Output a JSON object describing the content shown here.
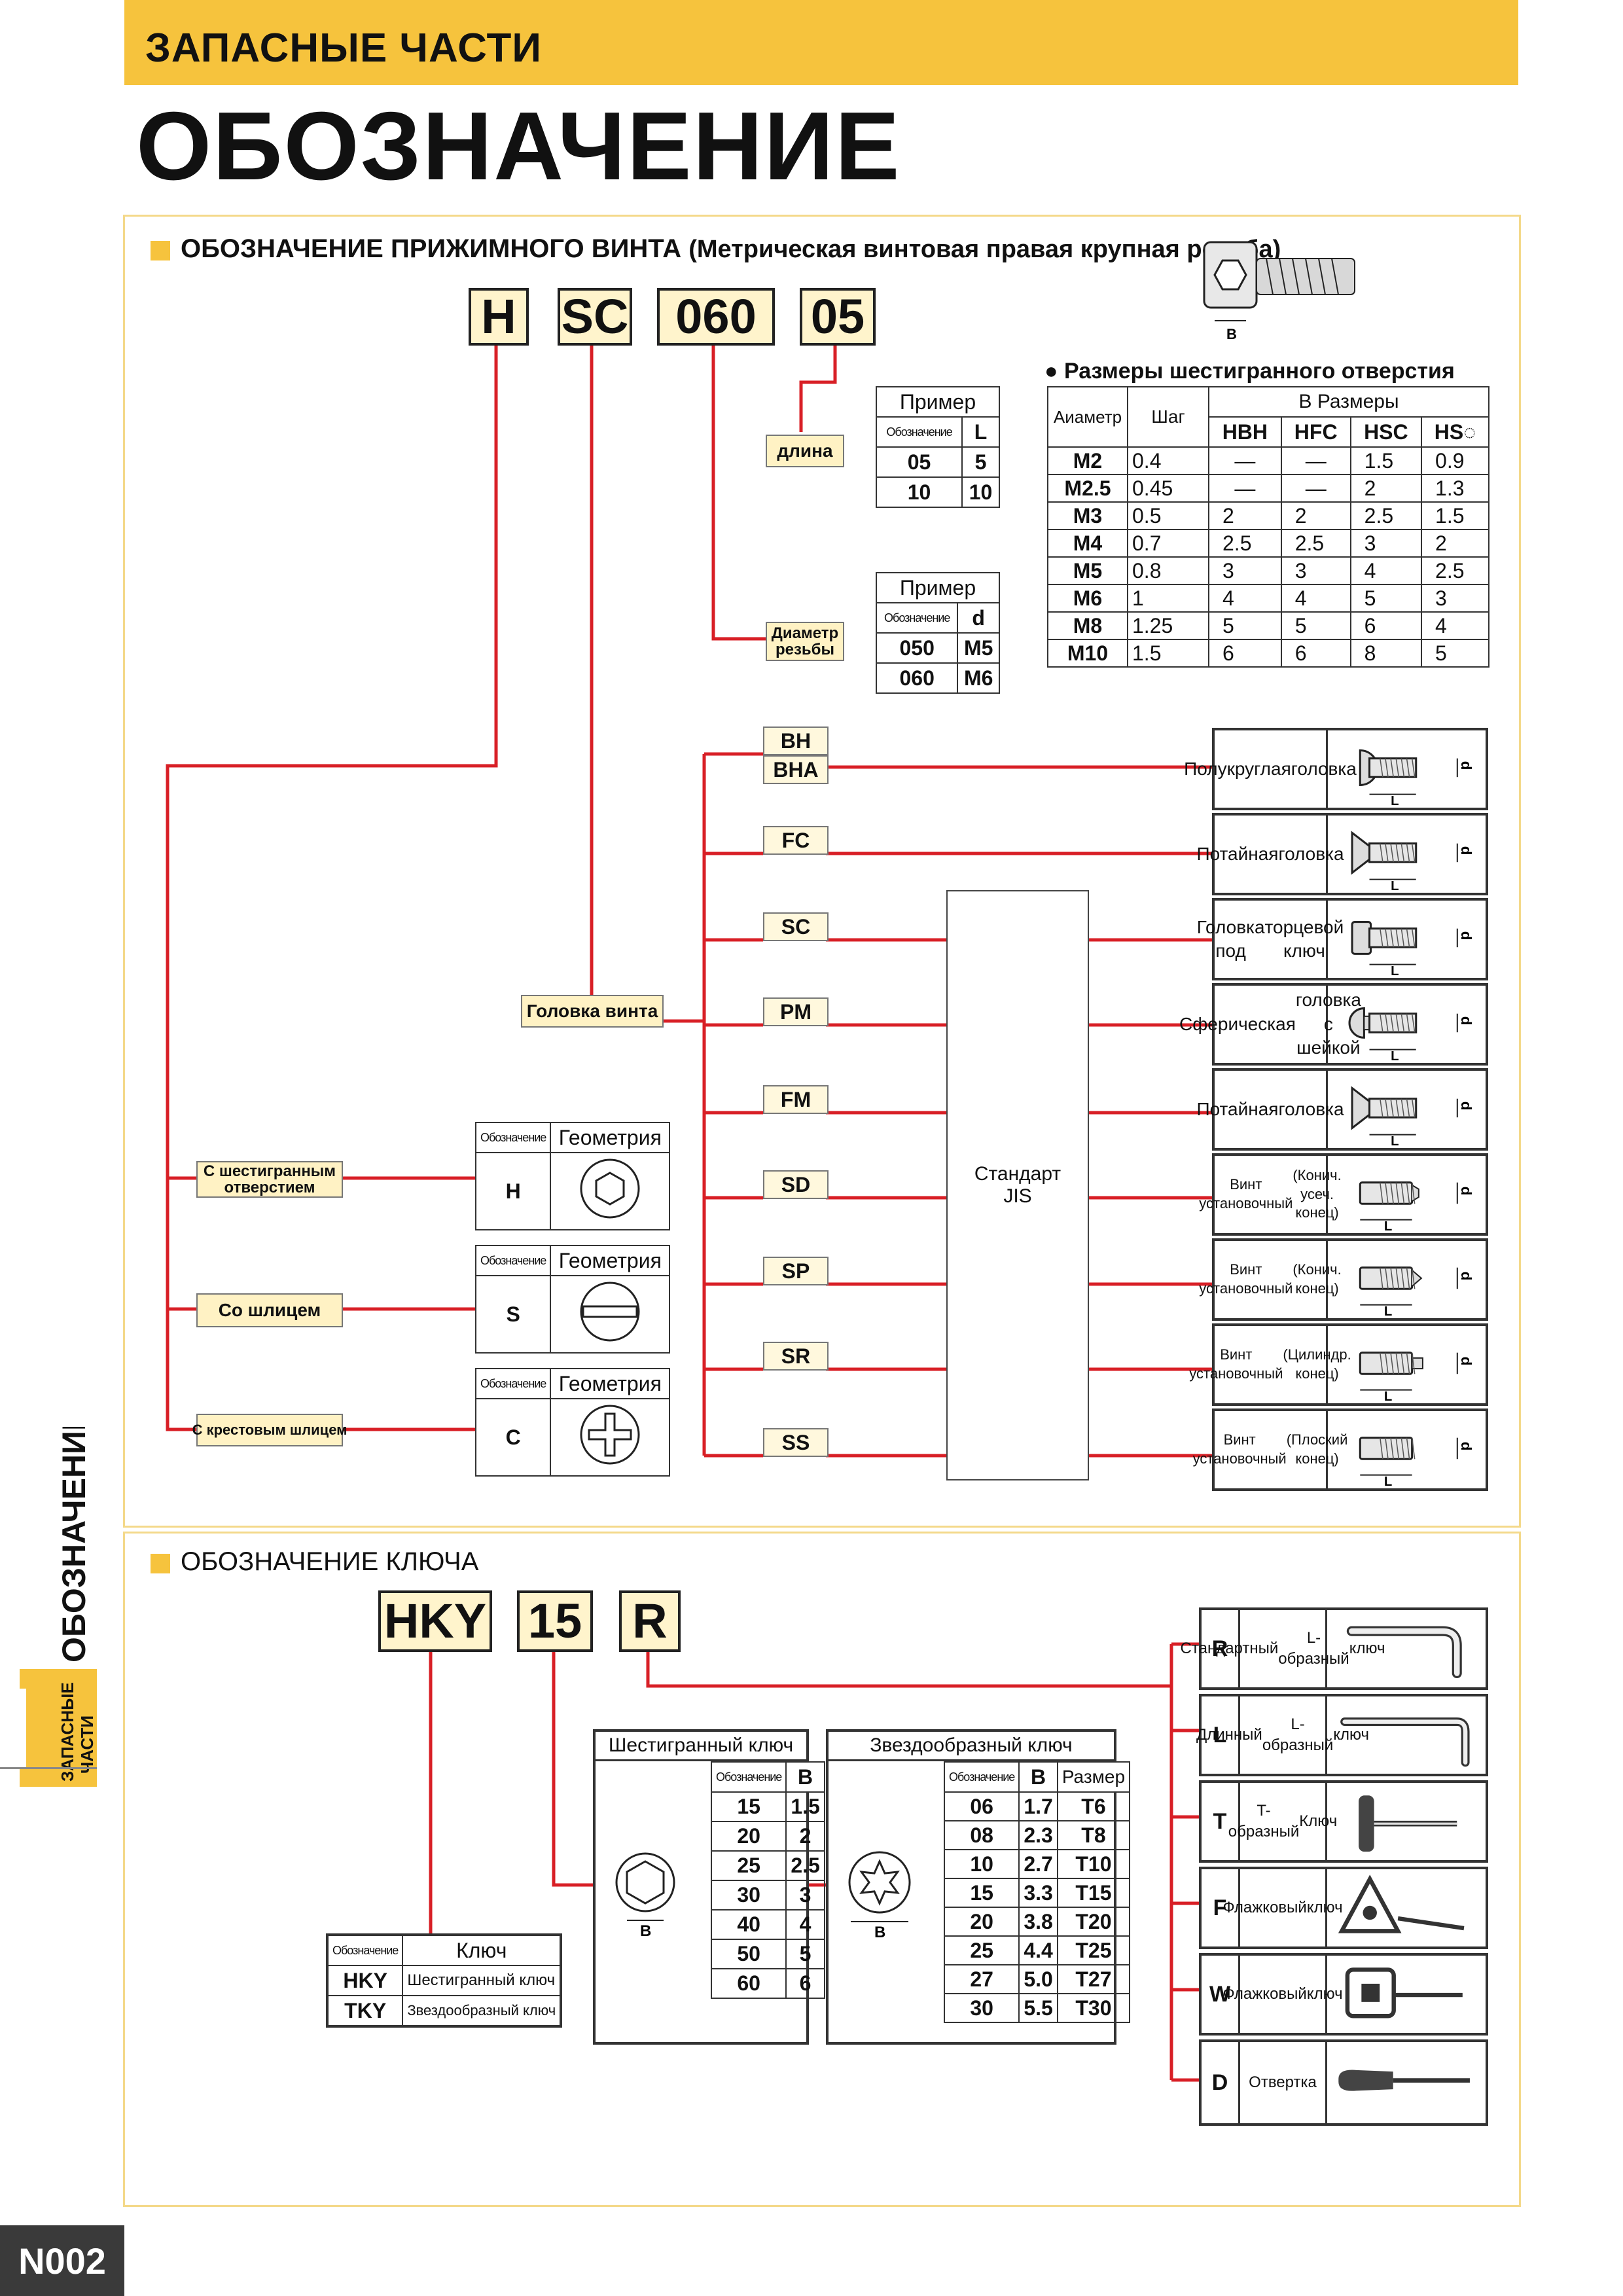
{
  "header": {
    "subtitle": "ЗАПАСНЫЕ ЧАСТИ",
    "title": "ОБОЗНАЧЕНИЕ"
  },
  "side": {
    "vertical_title": "ОБОЗНАЧЕНИЕ",
    "tab_line1": "ЗАПАСНЫЕ",
    "tab_line2": "ЧАСТИ"
  },
  "page_number": "N002",
  "screw": {
    "section_title": "ОБОЗНАЧЕНИЕ ПРИЖИМНОГО ВИНТА",
    "section_note": "(Метрическая винтовая правая крупная резьба)",
    "codes": [
      "H",
      "SC",
      "060",
      "05"
    ],
    "labels": {
      "length": "длина",
      "diameter_l1": "Диаметр",
      "diameter_l2": "резьбы",
      "head": "Головка винта",
      "jis_l1": "Стандарт",
      "jis_l2": "JIS"
    },
    "drive_labels": [
      {
        "l1": "С шестигранным",
        "l2": "отверстием"
      },
      {
        "l1": "Со шлицем",
        "l2": ""
      },
      {
        "l1": "С крестовым шлицем",
        "l2": ""
      }
    ],
    "length_table": {
      "caption": "Пример",
      "col1": "Обозначение",
      "col2": "L",
      "rows": [
        [
          "05",
          "5"
        ],
        [
          "10",
          "10"
        ]
      ]
    },
    "dia_table": {
      "caption": "Пример",
      "col1": "Обозначение",
      "col2": "d",
      "rows": [
        [
          "050",
          "M5"
        ],
        [
          "060",
          "M6"
        ]
      ]
    },
    "hex_table": {
      "title": "Размеры шестигранного отверстия",
      "bullet": "●",
      "col_dia": "Аиаметр",
      "col_pitch": "Шаг",
      "col_size": "В Размеры",
      "cols": [
        "HBH",
        "HFC",
        "HSC",
        "HS◌"
      ],
      "rows": [
        [
          "M2",
          "0.4",
          "—",
          "—",
          "1.5",
          "0.9"
        ],
        [
          "M2.5",
          "0.45",
          "—",
          "—",
          "2",
          "1.3"
        ],
        [
          "M3",
          "0.5",
          "2",
          "2",
          "2.5",
          "1.5"
        ],
        [
          "M4",
          "0.7",
          "2.5",
          "2.5",
          "3",
          "2"
        ],
        [
          "M5",
          "0.8",
          "3",
          "3",
          "4",
          "2.5"
        ],
        [
          "M6",
          "1",
          "4",
          "4",
          "5",
          "3"
        ],
        [
          "M8",
          "1.25",
          "5",
          "5",
          "6",
          "4"
        ],
        [
          "M10",
          "1.5",
          "6",
          "6",
          "8",
          "5"
        ]
      ]
    },
    "screw_b_label": "B",
    "geometry_tables": [
      {
        "col1": "Обозначение",
        "col2": "Геометрия",
        "code": "H",
        "icon": "hex-socket-icon"
      },
      {
        "col1": "Обозначение",
        "col2": "Геометрия",
        "code": "S",
        "icon": "slot-icon"
      },
      {
        "col1": "Обозначение",
        "col2": "Геометрия",
        "code": "C",
        "icon": "cross-recess-icon"
      }
    ],
    "head_codes": [
      [
        "BH",
        "BHA"
      ],
      [
        "FC"
      ],
      [
        "SC"
      ],
      [
        "PM"
      ],
      [
        "FM"
      ],
      [
        "SD"
      ],
      [
        "SP"
      ],
      [
        "SR"
      ],
      [
        "SS"
      ]
    ],
    "head_types": [
      {
        "l1": "Полукруглая",
        "l2": "головка",
        "icon": "button-head-screw-icon"
      },
      {
        "l1": "Потайная",
        "l2": "головка",
        "icon": "countersunk-screw-icon"
      },
      {
        "l1": "Головка под",
        "l2": "торцевой ключ",
        "icon": "socket-head-screw-icon"
      },
      {
        "l1": "Сферическая",
        "l2": "головка с шейкой",
        "icon": "spherical-neck-screw-icon"
      },
      {
        "l1": "Потайная",
        "l2": "головка",
        "icon": "countersunk-screw-icon"
      },
      {
        "l1": "Винт установочный",
        "l2": "(Конич. усеч. конец)",
        "icon": "set-screw-cone-trunc-icon"
      },
      {
        "l1": "Винт установочный",
        "l2": "(Конич. конец)",
        "icon": "set-screw-cone-icon"
      },
      {
        "l1": "Винт установочный",
        "l2": "(Цилиндр. конец)",
        "icon": "set-screw-dog-icon"
      },
      {
        "l1": "Винт установочный",
        "l2": "(Плоский конец)",
        "icon": "set-screw-flat-icon"
      }
    ],
    "dim_L": "L",
    "dim_d": "d"
  },
  "key": {
    "section_title": "ОБОЗНАЧЕНИЕ КЛЮЧА",
    "codes": [
      "HKY",
      "15",
      "R"
    ],
    "type_table": {
      "col1": "Обозначение",
      "col2": "Ключ",
      "rows": [
        [
          "HKY",
          "Шестигранный ключ"
        ],
        [
          "TKY",
          "Звездообразный ключ"
        ]
      ]
    },
    "hex_key": {
      "title": "Шестигранный ключ",
      "col1": "Обозначение",
      "col2": "B",
      "b_label": "B",
      "rows": [
        [
          "15",
          "1.5"
        ],
        [
          "20",
          "2"
        ],
        [
          "25",
          "2.5"
        ],
        [
          "30",
          "3"
        ],
        [
          "40",
          "4"
        ],
        [
          "50",
          "5"
        ],
        [
          "60",
          "6"
        ]
      ]
    },
    "star_key": {
      "title": "Звездообразный ключ",
      "col1": "Обозначение",
      "col2": "B",
      "col3": "Размер",
      "b_label": "B",
      "rows": [
        [
          "06",
          "1.7",
          "T6"
        ],
        [
          "08",
          "2.3",
          "T8"
        ],
        [
          "10",
          "2.7",
          "T10"
        ],
        [
          "15",
          "3.3",
          "T15"
        ],
        [
          "20",
          "3.8",
          "T20"
        ],
        [
          "25",
          "4.4",
          "T25"
        ],
        [
          "27",
          "5.0",
          "T27"
        ],
        [
          "30",
          "5.5",
          "T30"
        ]
      ]
    },
    "styles": [
      {
        "code": "R",
        "l1": "Стандартный",
        "l2": "L-образный",
        "l3": "ключ",
        "icon": "l-key-icon"
      },
      {
        "code": "L",
        "l1": "Длинный",
        "l2": "L-образный",
        "l3": "ключ",
        "icon": "long-l-key-icon"
      },
      {
        "code": "T",
        "l1": "T-образный",
        "l2": "Ключ",
        "l3": "",
        "icon": "t-handle-key-icon"
      },
      {
        "code": "F",
        "l1": "Флажковый",
        "l2": "ключ",
        "l3": "",
        "icon": "flag-key-triangle-icon"
      },
      {
        "code": "W",
        "l1": "Флажковый",
        "l2": "ключ",
        "l3": "",
        "icon": "flag-key-square-icon"
      },
      {
        "code": "D",
        "l1": "Отвертка",
        "l2": "",
        "l3": "",
        "icon": "screwdriver-icon"
      }
    ]
  },
  "colors": {
    "accent": "#f6c33d",
    "line": "#d81f26",
    "label_bg": "#fff2c4",
    "panel_border": "#f4d98a"
  }
}
